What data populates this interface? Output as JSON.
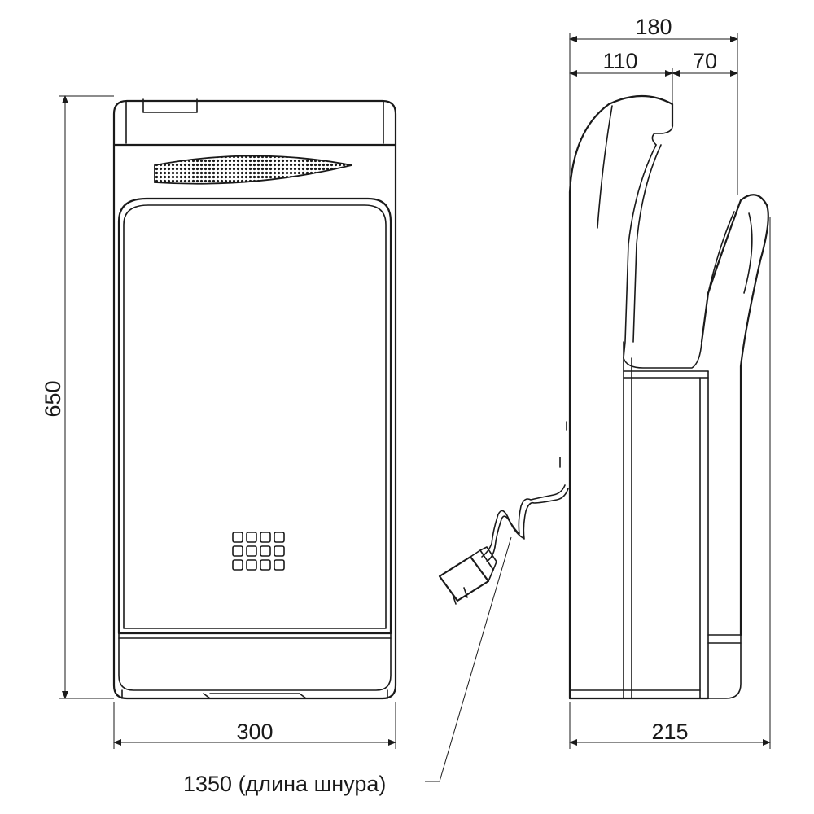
{
  "dimensions": {
    "height": "650",
    "front_width": "300",
    "side_depth": "215",
    "top_total": "180",
    "top_left": "110",
    "top_right": "70"
  },
  "cord_label": "1350 (длина шнура)"
}
